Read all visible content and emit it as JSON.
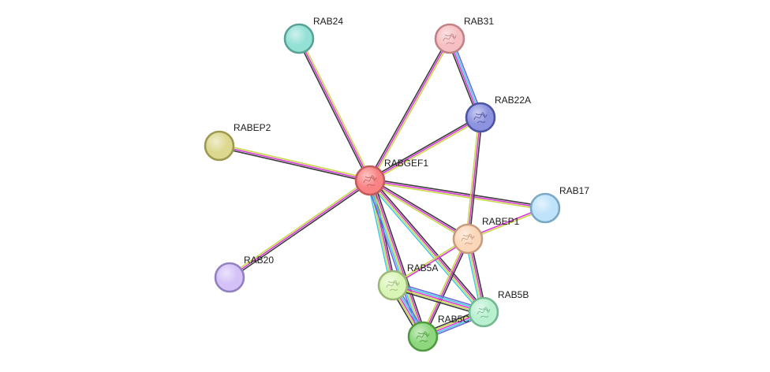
{
  "nodes": [
    {
      "id": "RABGEF1",
      "label": "RABGEF1",
      "fill": "#f98384",
      "stroke": "#c35a5b",
      "center": true,
      "has_structure": true
    },
    {
      "id": "RAB24",
      "label": "RAB24",
      "fill": "#93e0d5",
      "stroke": "#58a296",
      "has_structure": false
    },
    {
      "id": "RAB31",
      "label": "RAB31",
      "fill": "#f6bfc3",
      "stroke": "#c08285",
      "has_structure": true
    },
    {
      "id": "RAB22A",
      "label": "RAB22A",
      "fill": "#8d93df",
      "stroke": "#4d54a3",
      "has_structure": true
    },
    {
      "id": "RABEP2",
      "label": "RABEP2",
      "fill": "#dcd88f",
      "stroke": "#9d994d",
      "has_structure": false
    },
    {
      "id": "RAB17",
      "label": "RAB17",
      "fill": "#bfe3fb",
      "stroke": "#7aa8c4",
      "has_structure": false
    },
    {
      "id": "RABEP1",
      "label": "RABEP1",
      "fill": "#fbd7b9",
      "stroke": "#c89c7c",
      "has_structure": true
    },
    {
      "id": "RAB20",
      "label": "RAB20",
      "fill": "#d3c1f8",
      "stroke": "#9380c0",
      "has_structure": false
    },
    {
      "id": "RAB5A",
      "label": "RAB5A",
      "fill": "#d9f5b6",
      "stroke": "#9cb878",
      "has_structure": true
    },
    {
      "id": "RAB5B",
      "label": "RAB5B",
      "fill": "#b8f0d0",
      "stroke": "#74b890",
      "has_structure": true
    },
    {
      "id": "RAB5C",
      "label": "RAB5C",
      "fill": "#8ed77f",
      "stroke": "#4f9a40",
      "has_structure": true
    }
  ],
  "edges": [
    {
      "from": "RABGEF1",
      "to": "RAB24",
      "colors": [
        "#3c3c3c",
        "#d63ad6",
        "#c8d84a"
      ]
    },
    {
      "from": "RABGEF1",
      "to": "RAB31",
      "colors": [
        "#3c3c3c",
        "#d63ad6",
        "#c8d84a"
      ]
    },
    {
      "from": "RABGEF1",
      "to": "RAB22A",
      "colors": [
        "#3c3c3c",
        "#d63ad6",
        "#c8d84a"
      ]
    },
    {
      "from": "RABGEF1",
      "to": "RABEP2",
      "colors": [
        "#3c3c3c",
        "#d63ad6",
        "#c8d84a"
      ]
    },
    {
      "from": "RABGEF1",
      "to": "RAB17",
      "colors": [
        "#3c3c3c",
        "#d63ad6",
        "#c8d84a"
      ]
    },
    {
      "from": "RABGEF1",
      "to": "RABEP1",
      "colors": [
        "#3c3c3c",
        "#d63ad6",
        "#c8d84a"
      ]
    },
    {
      "from": "RABGEF1",
      "to": "RAB20",
      "colors": [
        "#3c3c3c",
        "#d63ad6",
        "#c8d84a"
      ]
    },
    {
      "from": "RABGEF1",
      "to": "RAB5A",
      "colors": [
        "#3c3c3c",
        "#d63ad6",
        "#c8d84a",
        "#46c9e0"
      ]
    },
    {
      "from": "RABGEF1",
      "to": "RAB5B",
      "colors": [
        "#3c3c3c",
        "#d63ad6",
        "#c8d84a",
        "#46c9e0"
      ]
    },
    {
      "from": "RABGEF1",
      "to": "RAB5C",
      "colors": [
        "#3c3c3c",
        "#d63ad6",
        "#c8d84a",
        "#46c9e0",
        "#6a6ae0"
      ]
    },
    {
      "from": "RAB31",
      "to": "RAB22A",
      "colors": [
        "#6a6ae0",
        "#46c9e0",
        "#d63ad6",
        "#3c3c3c"
      ]
    },
    {
      "from": "RAB22A",
      "to": "RABEP1",
      "colors": [
        "#3c3c3c",
        "#d63ad6",
        "#c8d84a"
      ]
    },
    {
      "from": "RABEP1",
      "to": "RAB17",
      "colors": [
        "#d63ad6",
        "#c8d84a"
      ]
    },
    {
      "from": "RABEP1",
      "to": "RAB5A",
      "colors": [
        "#d63ad6",
        "#c8d84a"
      ]
    },
    {
      "from": "RABEP1",
      "to": "RAB5B",
      "colors": [
        "#3c3c3c",
        "#d63ad6",
        "#c8d84a",
        "#46c9e0"
      ]
    },
    {
      "from": "RABEP1",
      "to": "RAB5C",
      "colors": [
        "#3c3c3c",
        "#d63ad6",
        "#c8d84a"
      ]
    },
    {
      "from": "RAB5A",
      "to": "RAB5B",
      "colors": [
        "#6a6ae0",
        "#46c9e0",
        "#d63ad6",
        "#c8d84a",
        "#3c3c3c"
      ]
    },
    {
      "from": "RAB5A",
      "to": "RAB5C",
      "colors": [
        "#6a6ae0",
        "#46c9e0",
        "#d63ad6",
        "#c8d84a",
        "#3c3c3c"
      ]
    },
    {
      "from": "RAB5B",
      "to": "RAB5C",
      "colors": [
        "#6a6ae0",
        "#46c9e0",
        "#d63ad6",
        "#c8d84a",
        "#3c3c3c"
      ]
    }
  ]
}
